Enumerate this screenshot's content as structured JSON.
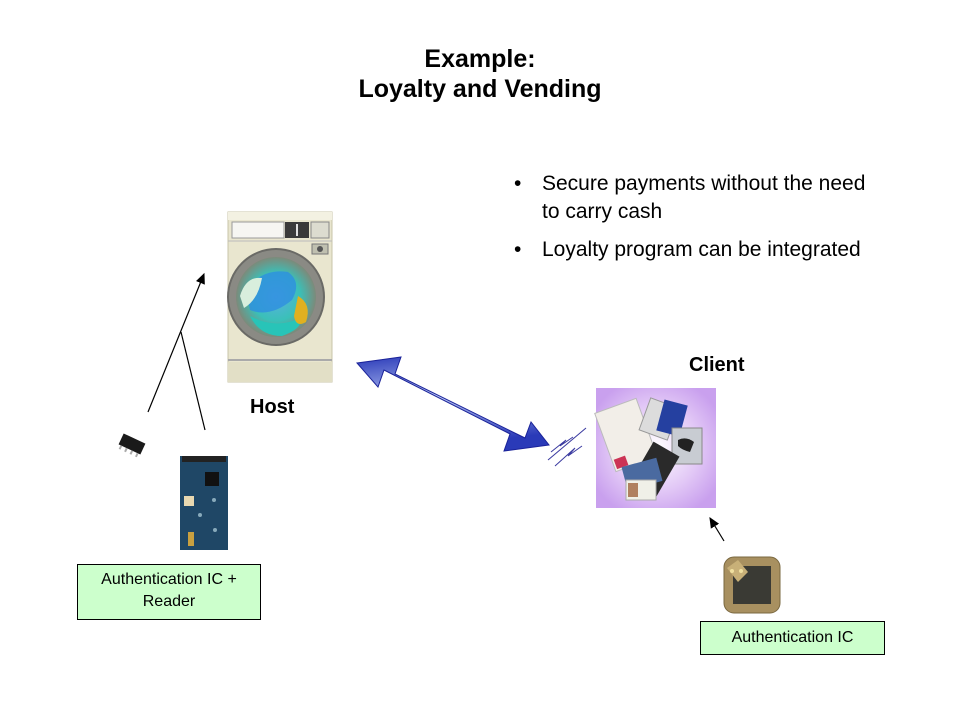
{
  "slide": {
    "title_line1": "Example:",
    "title_line2": "Loyalty and Vending",
    "bullets": [
      "Secure payments without the need to carry cash",
      "Loyalty program can be integrated"
    ],
    "bullet_glyph": "•",
    "host_label": "Host",
    "client_label": "Client",
    "reader_box_line1": "Authentication IC +",
    "reader_box_line2": "Reader",
    "client_box_label": "Authentication IC",
    "colors": {
      "box_fill": "#ccffcc",
      "arrow_blue": "#3344cc",
      "arrow_light": "#a8b8f0"
    }
  }
}
